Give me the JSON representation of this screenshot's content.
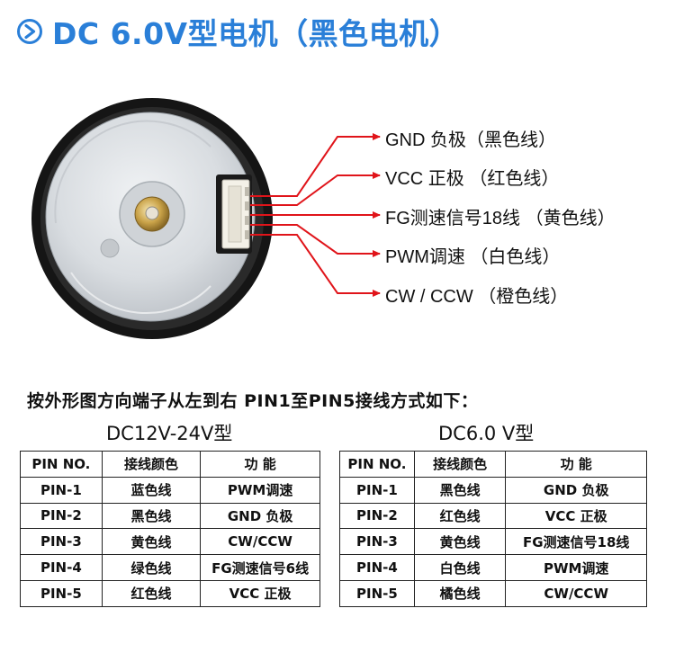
{
  "title": "DC 6.0V型电机（黑色电机）",
  "colors": {
    "title": "#2a7fd8",
    "wire": "#e0141a"
  },
  "icons": {
    "title": "play-circle-icon"
  },
  "wire_labels": [
    "GND 负极（黑色线）",
    "VCC  正极  （红色线）",
    "FG测速信号18线 （黄色线）",
    "PWM调速   （白色线）",
    "CW / CCW  （橙色线）"
  ],
  "instruction": "按外形图方向端子从左到右 PIN1至PIN5接线方式如下：",
  "tables": [
    {
      "title": "DC12V-24V型",
      "headers": [
        "PIN NO.",
        "接线颜色",
        "功  能"
      ],
      "rows": [
        [
          "PIN-1",
          "蓝色线",
          "PWM调速"
        ],
        [
          "PIN-2",
          "黑色线",
          "GND 负极"
        ],
        [
          "PIN-3",
          "黄色线",
          "CW/CCW"
        ],
        [
          "PIN-4",
          "绿色线",
          "FG测速信号6线"
        ],
        [
          "PIN-5",
          "红色线",
          "VCC 正极"
        ]
      ]
    },
    {
      "title": "DC6.0 V型",
      "headers": [
        "PIN NO.",
        "接线颜色",
        "功  能"
      ],
      "rows": [
        [
          "PIN-1",
          "黑色线",
          "GND 负极"
        ],
        [
          "PIN-2",
          "红色线",
          "VCC 正极"
        ],
        [
          "PIN-3",
          "黄色线",
          "FG测速信号18线"
        ],
        [
          "PIN-4",
          "白色线",
          "PWM调速"
        ],
        [
          "PIN-5",
          "橘色线",
          "CW/CCW"
        ]
      ]
    }
  ]
}
